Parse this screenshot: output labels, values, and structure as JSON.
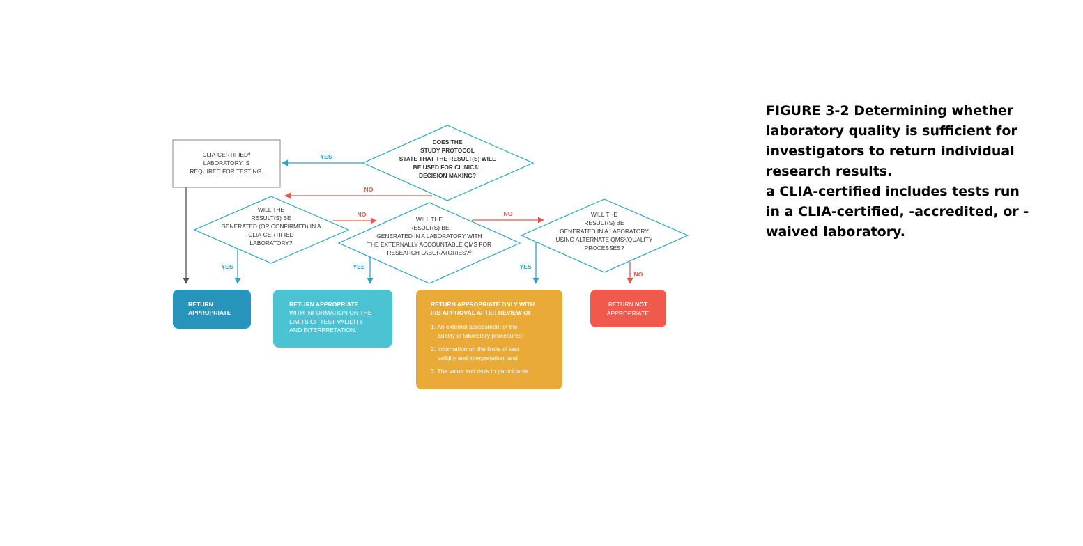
{
  "colors": {
    "yes": "#2ba3c4",
    "no": "#e8584a",
    "gray_line": "#555555",
    "box_dark_blue": "#2794bb",
    "box_light_blue": "#4cc3d3",
    "box_orange": "#eaaa38",
    "box_red": "#ef5a4d"
  },
  "nodes": {
    "protocol_question": {
      "lines": [
        "DOES THE",
        "STUDY PROTOCOL",
        "STATE THAT THE RESULT(S) WILL",
        "BE USED FOR CLINICAL",
        "DECISION MAKING?"
      ]
    },
    "clia_required": {
      "line1_text": "CLIA-CERTIFIED",
      "line1_sup": "a",
      "line2": "LABORATORY IS",
      "line3": "REQUIRED FOR TESTING."
    },
    "clia_question": {
      "lines": [
        "WILL THE",
        "RESULT(S) BE",
        "GENERATED (OR CONFIRMED) IN A",
        "CLIA-CERTIFIED",
        "LABORATORY?"
      ]
    },
    "qms_question": {
      "lines": [
        "WILL THE",
        "RESULT(S)  BE",
        "GENERATED IN A LABORATORY WITH",
        "THE EXTERNALLY ACCOUNTABLE QMS FOR"
      ],
      "last_line_text": "RESEARCH LABORATORIES?",
      "last_line_sup": "b"
    },
    "alt_qms_question": {
      "line1": "WILL THE",
      "line2": "RESULT(S) BE",
      "line3": "GENERATED IN A LABORATORY",
      "line4_pre": "USING ALTERNATE QMS",
      "line4_sup": "c",
      "line4_post": "/QUALITY",
      "line5": "PROCESSES?"
    }
  },
  "edge_labels": {
    "yes": "YES",
    "no": "NO"
  },
  "outcomes": {
    "return_appropriate": {
      "lines": [
        "RETURN",
        "APPROPRIATE"
      ]
    },
    "return_with_info": {
      "title": "RETURN APPROPRIATE",
      "lines": [
        "WITH INFORMATION ON THE",
        "LIMITS OF TEST VALIDITY",
        "AND INTERPRETATION."
      ]
    },
    "return_irb": {
      "title_lines": [
        "RETURN APPROPRIATE ONLY WITH",
        "IRB APPROVAL AFTER REVIEW OF"
      ],
      "items": [
        [
          "1. An external assessment of the",
          "quality of laboratory procedures;"
        ],
        [
          "2. Information on the limits of test",
          "validity and interpretation; and"
        ],
        [
          "3. The value and risks to participants."
        ]
      ]
    },
    "return_not": {
      "line1_pre": "RETURN ",
      "line1_bold": "NOT",
      "line2": "APPROPRIATE"
    }
  },
  "caption": {
    "title": "FIGURE 3-2 Determining whether laboratory quality is sufficient for investigators to return individual research results.",
    "footnote": "a CLIA-certified includes tests run in a CLIA-certified, -accredited, or -waived laboratory."
  }
}
